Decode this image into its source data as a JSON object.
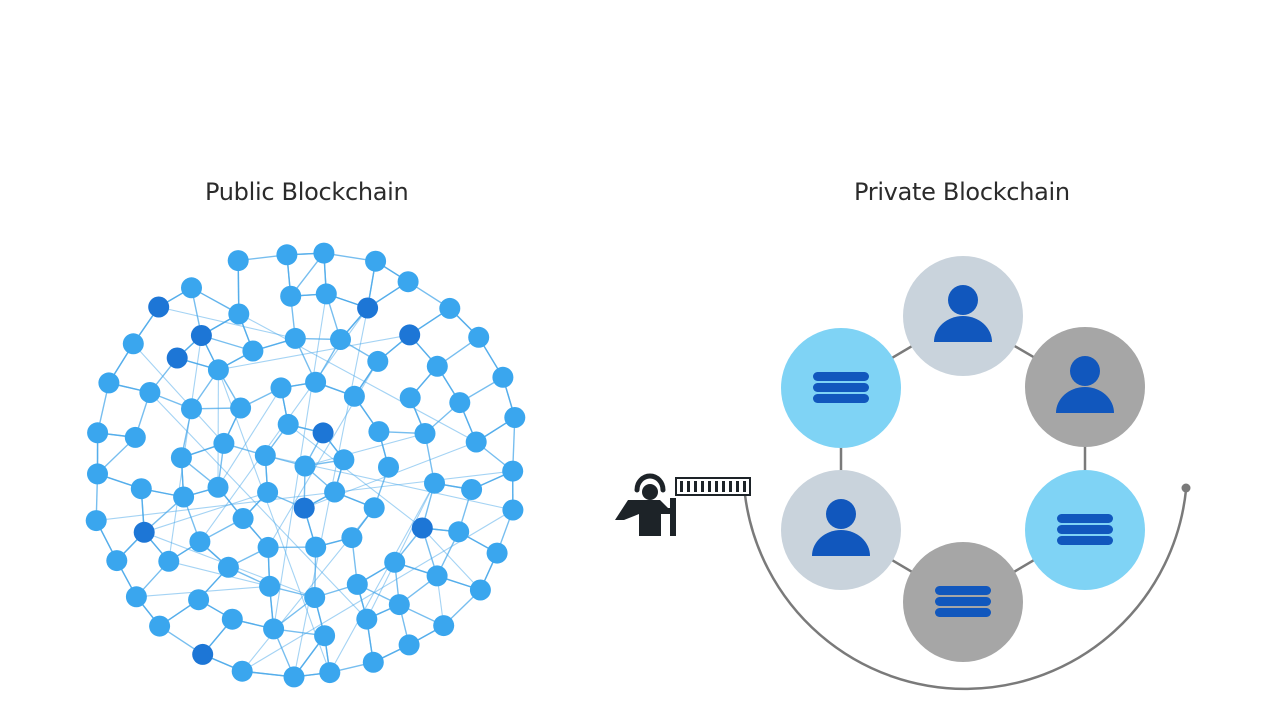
{
  "public_network": {
    "title": "Public Blockchain",
    "node_color": "#3aa6ee",
    "node_highlight_color": "#1d76d6",
    "edge_color": "#4aa8ea"
  },
  "private_network": {
    "title": "Private Blockchain",
    "nodes": [
      {
        "kind": "user",
        "icon": "user-icon",
        "fill": "#c9d3dc"
      },
      {
        "kind": "user",
        "icon": "user-icon",
        "fill": "#a6a6a6"
      },
      {
        "kind": "database",
        "icon": "database-icon",
        "fill": "#7fd3f5"
      },
      {
        "kind": "database",
        "icon": "database-icon",
        "fill": "#a6a6a6"
      },
      {
        "kind": "user",
        "icon": "user-icon",
        "fill": "#c9d3dc"
      },
      {
        "kind": "database",
        "icon": "database-icon",
        "fill": "#7fd3f5"
      }
    ],
    "icon_color": "#1157bd",
    "ring_color": "#7a7a7a"
  },
  "gatekeeper": {
    "icon": "person-at-gate-icon",
    "barrier_icon": "barrier-gate-icon"
  }
}
